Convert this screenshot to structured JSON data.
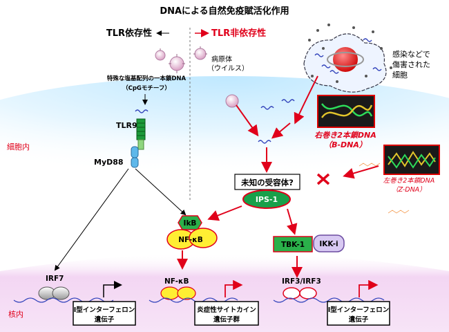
{
  "title": "DNAによる自然免疫賦活化作用",
  "tlr_dependent": "TLR依存性",
  "tlr_independent": "TLR非依存性",
  "pathogen_line1": "病原体",
  "pathogen_line2": "（ウイルス）",
  "infected_cell_line1": "感染などで",
  "infected_cell_line2": "傷害された",
  "infected_cell_line3": "細胞",
  "cpg_line1": "特殊な塩基配列の一本鎖DNA",
  "cpg_line2": "（CpGモチーフ）",
  "bdna_line1": "右巻き2本鎖DNA",
  "bdna_line2": "（B-DNA）",
  "zdna_line1": "左巻き2本鎖DNA",
  "zdna_line2": "（Z-DNA）",
  "cytoplasm": "細胞内",
  "nucleus": "核内",
  "tlr9": "TLR9",
  "myd88": "MyD88",
  "unknown_receptor": "未知の受容体?",
  "ips1": "IPS-1",
  "ikb": "IkB",
  "nfkb": "NF-κB",
  "tbk1": "TBK-1",
  "ikki": "IKK-i",
  "irf7": "IRF7",
  "nfkb_nuclear": "NF-κB",
  "irf3": "IRF3/IRF3",
  "gene_box1_line1": "I型インターフェロン",
  "gene_box1_line2": "遺伝子",
  "gene_box2_line1": "炎症性サイトカイン",
  "gene_box2_line2": "遺伝子群",
  "gene_box3_line1": "I型インターフェロン",
  "gene_box3_line2": "遺伝子",
  "colors": {
    "red": "#e0001a",
    "green_box": "#0a9a2a",
    "receptor_oval": "#1a8f3c",
    "protein_yellow": "#ffee33",
    "dna_blue": "#3344bb"
  }
}
